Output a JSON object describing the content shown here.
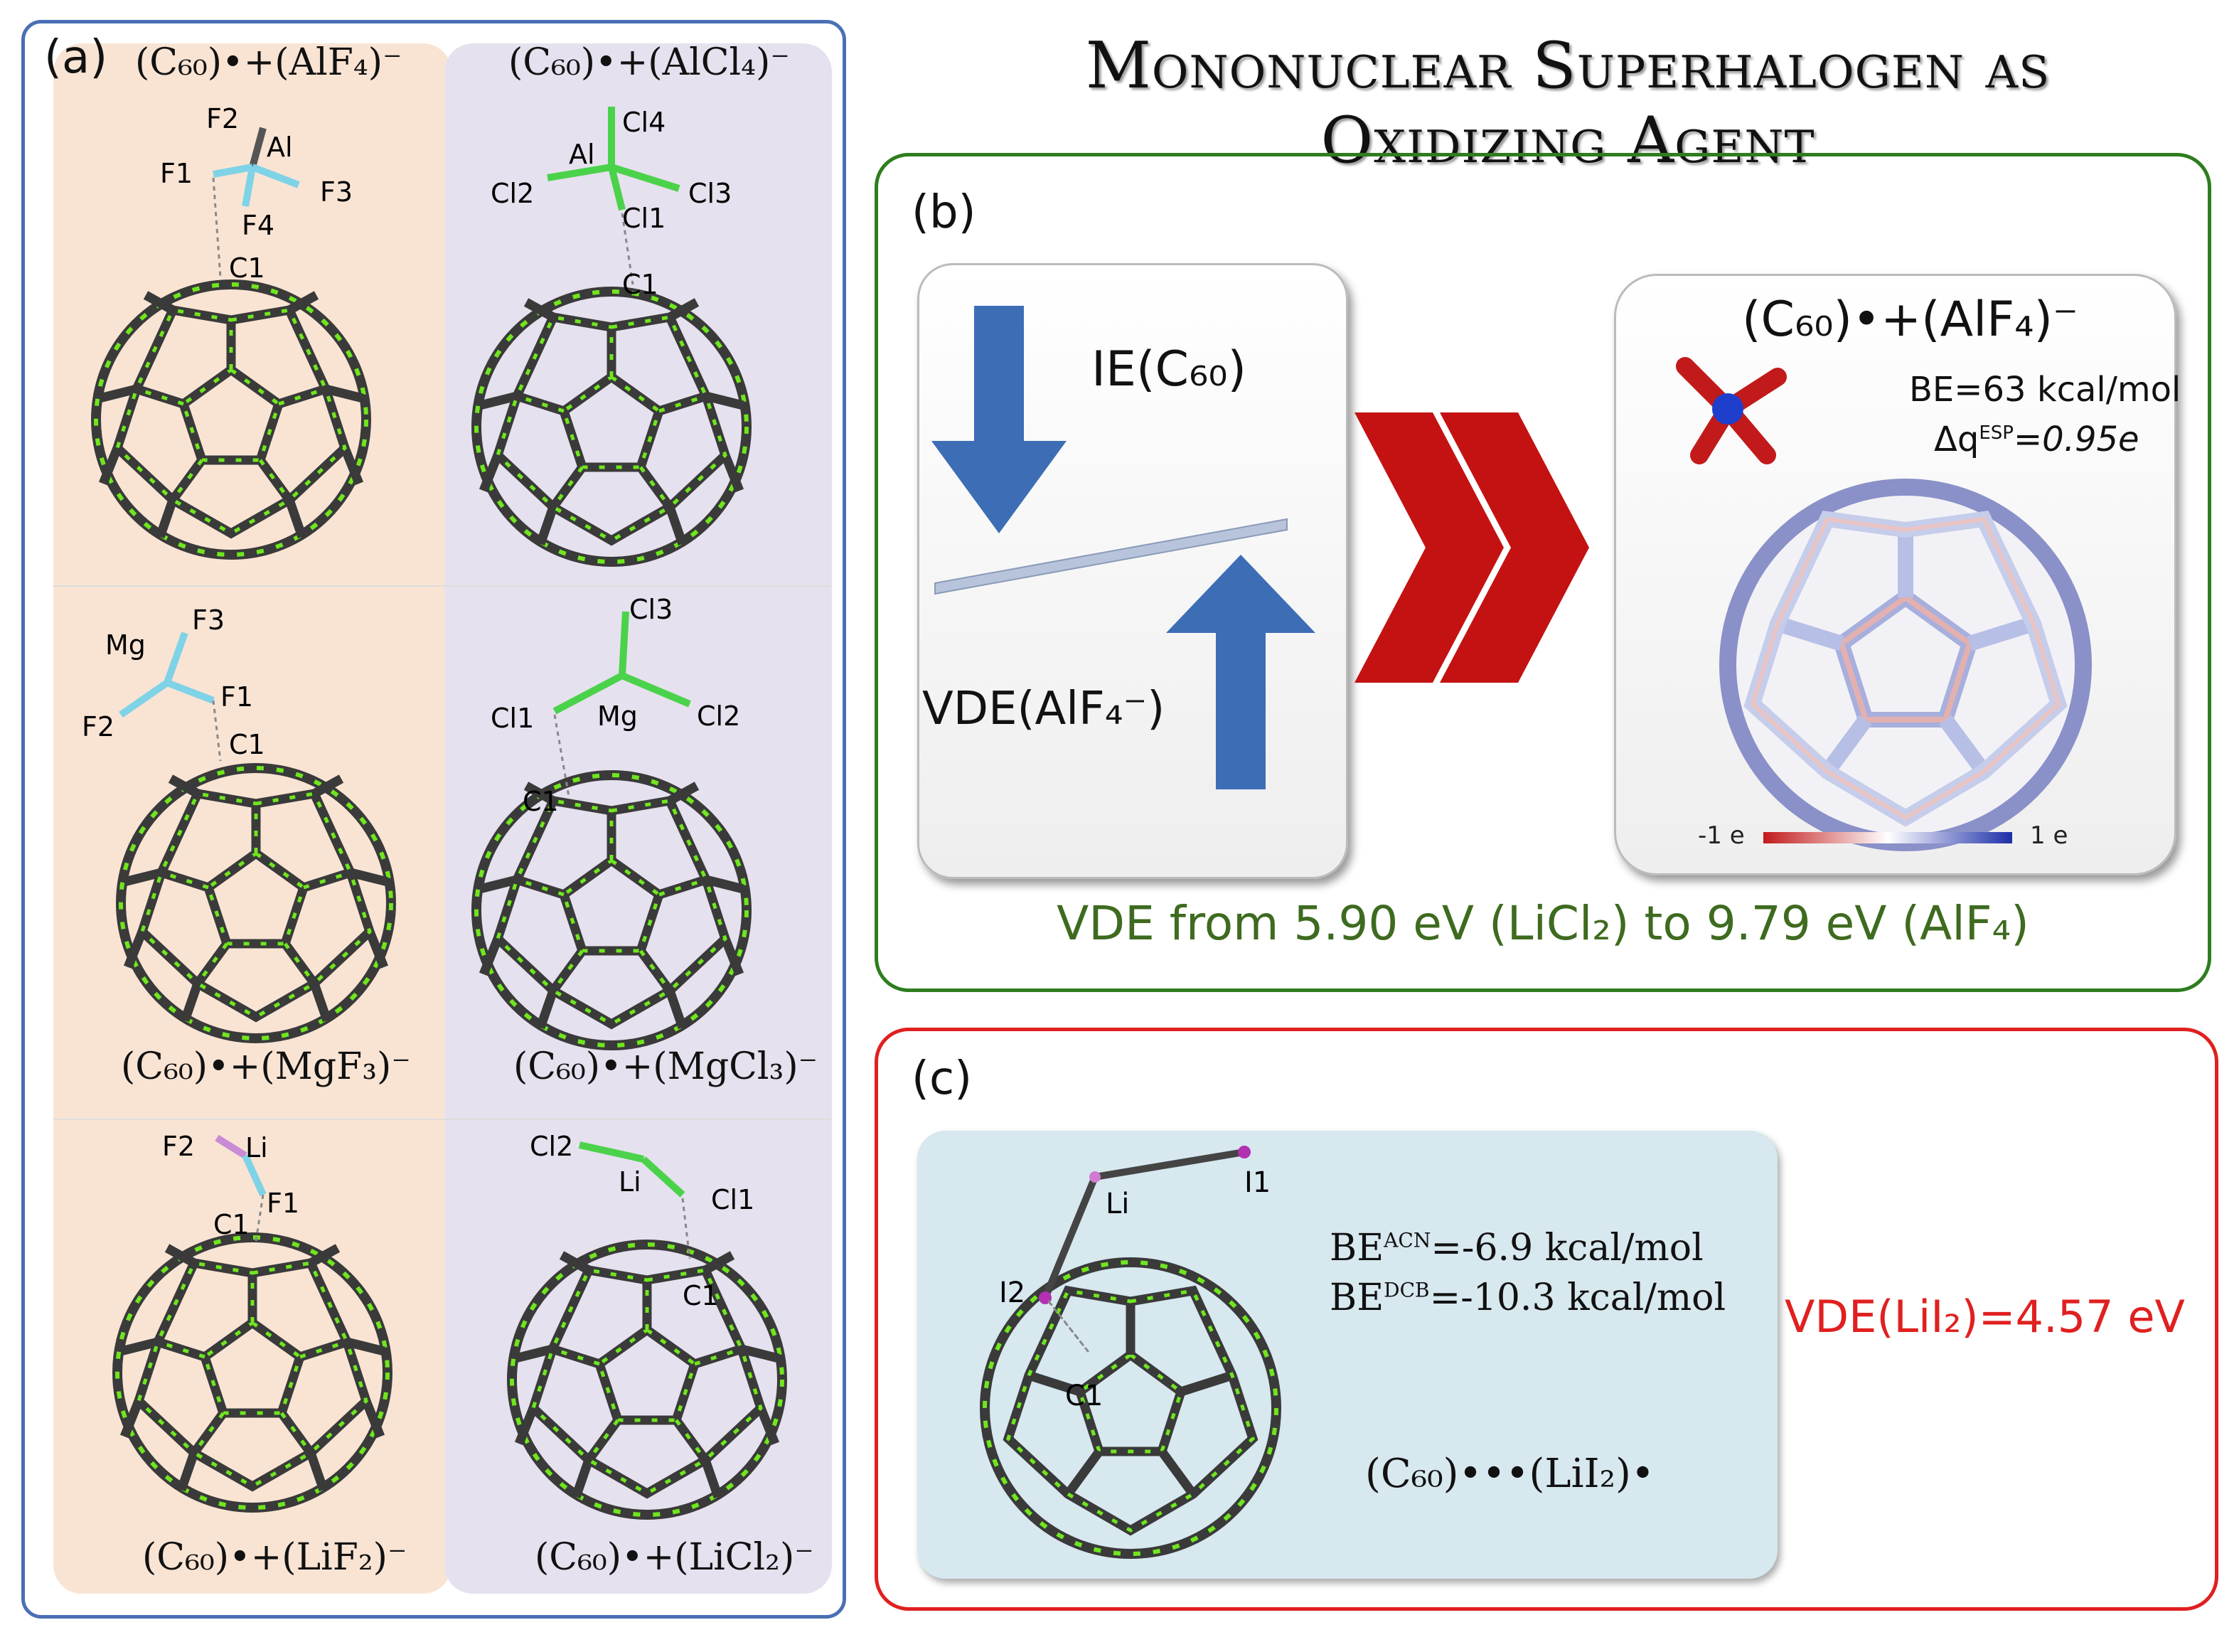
{
  "title": "Mononuclear Superhalogen as Oxidizing Agent",
  "panel_a": {
    "label": "(a)",
    "left_col": {
      "top": "(C₆₀)•+(AlF₄)⁻",
      "mid": "(C₆₀)•+(MgF₃)⁻",
      "bot": "(C₆₀)•+(LiF₂)⁻"
    },
    "right_col": {
      "top": "(C₆₀)•+(AlCl₄)⁻",
      "mid": "(C₆₀)•+(MgCl₃)⁻",
      "bot": "(C₆₀)•+(LiCl₂)⁻"
    },
    "atoms": {
      "alf4": [
        "F2",
        "Al",
        "F1",
        "F3",
        "F4",
        "C1"
      ],
      "alcl4": [
        "Cl4",
        "Al",
        "Cl2",
        "Cl3",
        "Cl1",
        "C1"
      ],
      "mgf3": [
        "Mg",
        "F3",
        "F1",
        "F2",
        "C1"
      ],
      "mgcl3": [
        "Cl3",
        "Cl1",
        "Mg",
        "Cl2",
        "C1"
      ],
      "lif2": [
        "F2",
        "Li",
        "F1",
        "C1"
      ],
      "licl2": [
        "Cl2",
        "Li",
        "Cl1",
        "C1"
      ]
    }
  },
  "panel_b": {
    "label": "(b)",
    "ie": "IE(C₆₀)",
    "vde": "VDE(AlF₄⁻)",
    "complex": "(C₆₀)•+(AlF₄)⁻",
    "be": "BE=63 kcal/mol",
    "dq": "Δq",
    "dq_sup": "ESP",
    "dq_val": "=0.95e",
    "scale_min": "-1 e",
    "scale_max": "1 e",
    "footer": "VDE from 5.90 eV (LiCl₂) to 9.79 eV (AlF₄)"
  },
  "panel_c": {
    "label": "(c)",
    "atoms": [
      "Li",
      "I1",
      "I2",
      "C1"
    ],
    "be_acn_pre": "BE",
    "be_acn_sup": "ACN",
    "be_acn_val": "=-6.9 kcal/mol",
    "be_dcb_pre": "BE",
    "be_dcb_sup": "DCB",
    "be_dcb_val": "=-10.3 kcal/mol",
    "complex": "(C₆₀)•••(LiI₂)•",
    "vde": "VDE(LiI₂)=4.57 eV"
  },
  "colors": {
    "panel_a_border": "#4a6fb5",
    "panel_b_border": "#2e7d1e",
    "panel_c_border": "#e02020",
    "left_col_bg": "#f9e4d4",
    "right_col_bg": "#e6e1ee",
    "panel_c_inner_bg": "#d7e8ef",
    "arrow_blue": "#3d6db5",
    "chevron_red": "#c41212",
    "carbon": "#6fe61e",
    "bond": "#3a3a3a",
    "footer_green": "#3e6b1f",
    "vde_red": "#e02020"
  }
}
